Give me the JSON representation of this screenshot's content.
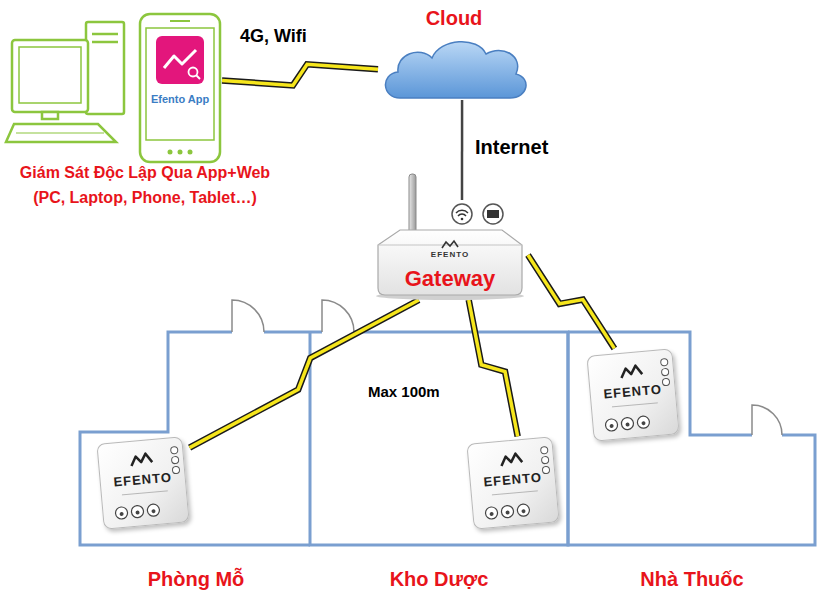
{
  "diagram": {
    "nodes": [
      {
        "text": [
          "Efento App"
        ]
      },
      {
        "text": [
          "Cloud"
        ]
      },
      {
        "text": [
          "EFENTO",
          "Gateway"
        ]
      },
      {
        "text": [
          "Phòng Mỗ"
        ]
      },
      {
        "text": [
          "Kho Dược"
        ]
      },
      {
        "text": [
          "Nhà Thuốc"
        ]
      },
      {
        "text": [
          "EFENTO"
        ],
        "in": 3
      },
      {
        "text": [
          "EFENTO"
        ],
        "in": 4
      },
      {
        "text": [
          "EFENTO"
        ],
        "in": 5
      }
    ],
    "edges": [
      {
        "from": 0,
        "to": 1,
        "label": "4G, Wifi",
        "arrow": "none"
      },
      {
        "from": 1,
        "to": 2,
        "label": "Internet",
        "arrow": "none"
      },
      {
        "from": 2,
        "to": 6,
        "arrow": "none"
      },
      {
        "from": 2,
        "to": 7,
        "arrow": "none"
      },
      {
        "from": 2,
        "to": 8,
        "arrow": "none"
      }
    ],
    "labels": [
      "Giám Sát Độc Lập Qua App+Web",
      "(PC, Laptop, Phone, Tablet…)",
      "Max 100m"
    ]
  }
}
